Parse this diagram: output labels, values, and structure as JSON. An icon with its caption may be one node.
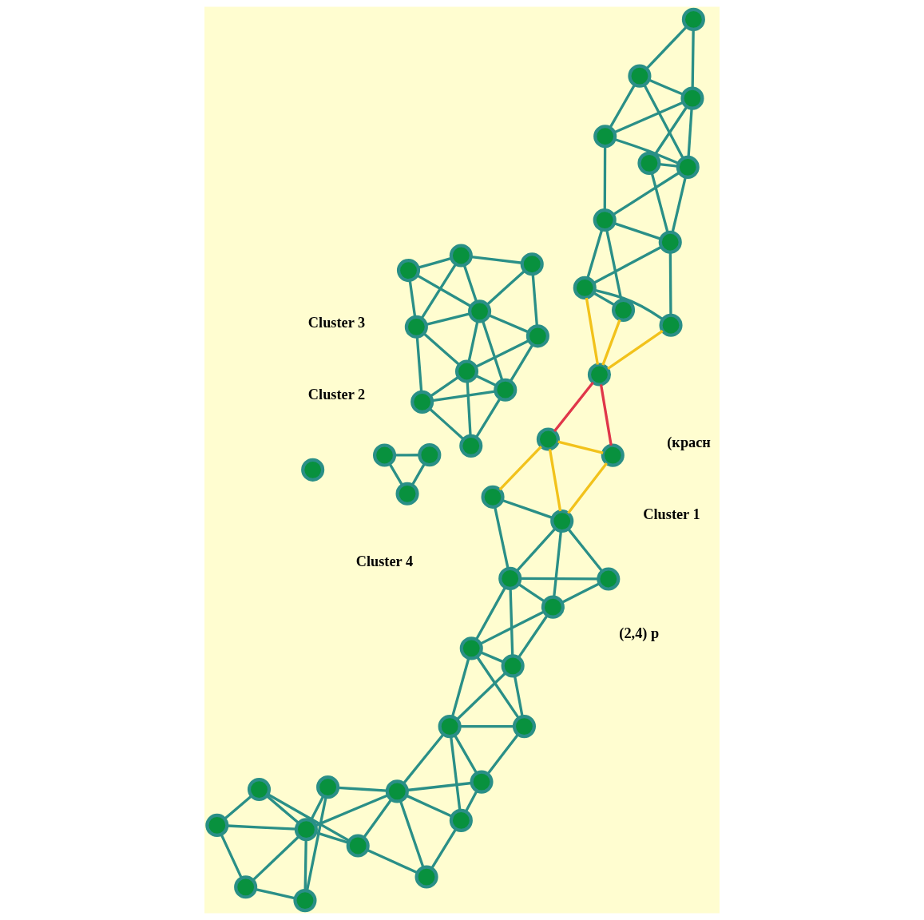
{
  "diagram": {
    "nodes": [
      {
        "text": [],
        "shape": "circle"
      },
      {
        "text": [],
        "shape": "circle"
      },
      {
        "text": [],
        "shape": "circle"
      },
      {
        "text": [],
        "shape": "circle"
      },
      {
        "text": [],
        "shape": "circle"
      },
      {
        "text": [],
        "shape": "circle"
      },
      {
        "text": [],
        "shape": "circle"
      },
      {
        "text": [],
        "shape": "circle"
      },
      {
        "text": [],
        "shape": "circle"
      },
      {
        "text": [],
        "shape": "circle"
      },
      {
        "text": [],
        "shape": "circle"
      },
      {
        "text": [],
        "shape": "circle"
      },
      {
        "text": [],
        "shape": "circle"
      },
      {
        "text": [],
        "shape": "circle"
      },
      {
        "text": [],
        "shape": "circle"
      },
      {
        "text": [],
        "shape": "circle"
      },
      {
        "text": [],
        "shape": "circle"
      },
      {
        "text": [],
        "shape": "circle"
      },
      {
        "text": [],
        "shape": "circle"
      },
      {
        "text": [],
        "shape": "circle"
      },
      {
        "text": [],
        "shape": "circle"
      },
      {
        "text": [],
        "shape": "circle"
      },
      {
        "text": [],
        "shape": "circle"
      },
      {
        "text": [],
        "shape": "circle"
      },
      {
        "text": [],
        "shape": "circle"
      },
      {
        "text": [],
        "shape": "circle"
      },
      {
        "text": [],
        "shape": "circle"
      },
      {
        "text": [],
        "shape": "circle"
      },
      {
        "text": [],
        "shape": "circle"
      },
      {
        "text": [],
        "shape": "circle"
      },
      {
        "text": [],
        "shape": "circle"
      },
      {
        "text": [],
        "shape": "circle"
      },
      {
        "text": [],
        "shape": "circle"
      },
      {
        "text": [],
        "shape": "circle"
      },
      {
        "text": [],
        "shape": "circle"
      },
      {
        "text": [],
        "shape": "circle"
      },
      {
        "text": [],
        "shape": "circle"
      },
      {
        "text": [],
        "shape": "circle"
      },
      {
        "text": [],
        "shape": "circle"
      },
      {
        "text": [],
        "shape": "circle"
      },
      {
        "text": [],
        "shape": "circle"
      },
      {
        "text": [],
        "shape": "circle"
      },
      {
        "text": [],
        "shape": "circle"
      },
      {
        "text": [],
        "shape": "circle"
      },
      {
        "text": [],
        "shape": "circle"
      },
      {
        "text": [],
        "shape": "circle"
      },
      {
        "text": [],
        "shape": "circle"
      },
      {
        "text": [],
        "shape": "circle"
      }
    ],
    "edges": [
      {
        "from": 1,
        "to": 2,
        "arrow": "none"
      },
      {
        "from": 1,
        "to": 3,
        "arrow": "none"
      },
      {
        "from": 2,
        "to": 3,
        "arrow": "none"
      },
      {
        "from": 4,
        "to": 5,
        "arrow": "none"
      },
      {
        "from": 4,
        "to": 8,
        "arrow": "none"
      },
      {
        "from": 4,
        "to": 9,
        "arrow": "none"
      },
      {
        "from": 4,
        "to": 10,
        "arrow": "none"
      },
      {
        "from": 5,
        "to": 9,
        "arrow": "none"
      },
      {
        "from": 5,
        "to": 10,
        "arrow": "none"
      },
      {
        "from": 5,
        "to": 6,
        "arrow": "none"
      },
      {
        "from": 8,
        "to": 9,
        "arrow": "none"
      },
      {
        "from": 8,
        "to": 14,
        "arrow": "none"
      },
      {
        "from": 9,
        "to": 10,
        "arrow": "none"
      },
      {
        "from": 9,
        "to": 14,
        "arrow": "none"
      },
      {
        "from": 9,
        "to": 15,
        "arrow": "none"
      },
      {
        "from": 9,
        "to": 19,
        "arrow": "none"
      },
      {
        "from": 14,
        "to": 18,
        "arrow": "none"
      },
      {
        "from": 14,
        "to": 19,
        "arrow": "none"
      },
      {
        "from": 18,
        "to": 19,
        "arrow": "none"
      },
      {
        "from": 18,
        "to": 24,
        "arrow": "none"
      },
      {
        "from": 15,
        "to": 19,
        "arrow": "none"
      },
      {
        "from": 15,
        "to": 20,
        "arrow": "none"
      },
      {
        "from": 19,
        "to": 20,
        "arrow": "none"
      },
      {
        "from": 19,
        "to": 24,
        "arrow": "none"
      },
      {
        "from": 19,
        "to": 25,
        "arrow": "none"
      },
      {
        "from": 24,
        "to": 25,
        "arrow": "none"
      },
      {
        "from": 20,
        "to": 25,
        "arrow": "none"
      },
      {
        "from": 6,
        "to": 10,
        "arrow": "none"
      },
      {
        "from": 6,
        "to": 13,
        "arrow": "none"
      },
      {
        "from": 6,
        "to": 7,
        "arrow": "none"
      },
      {
        "from": 7,
        "to": 10,
        "arrow": "none"
      },
      {
        "from": 10,
        "to": 13,
        "arrow": "none"
      },
      {
        "from": 7,
        "to": 13,
        "arrow": "none"
      },
      {
        "from": 7,
        "to": 17,
        "arrow": "none"
      },
      {
        "from": 7,
        "to": 11,
        "arrow": "none"
      },
      {
        "from": 11,
        "to": 13,
        "arrow": "none"
      },
      {
        "from": 13,
        "to": 17,
        "arrow": "none"
      },
      {
        "from": 11,
        "to": 12,
        "arrow": "none"
      },
      {
        "from": 11,
        "to": 17,
        "arrow": "none"
      },
      {
        "from": 11,
        "to": 16,
        "arrow": "none"
      },
      {
        "from": 12,
        "to": 17,
        "arrow": "none"
      },
      {
        "from": 12,
        "to": 16,
        "arrow": "none"
      },
      {
        "from": 16,
        "to": 17,
        "arrow": "none"
      },
      {
        "from": 17,
        "to": 21,
        "arrow": "none"
      },
      {
        "from": 16,
        "to": 21,
        "arrow": "none"
      },
      {
        "from": 16,
        "to": 22,
        "arrow": "none",
        "color": "#f2c21b"
      },
      {
        "from": 16,
        "to": 23,
        "arrow": "none",
        "color": "#f2c21b"
      },
      {
        "from": 21,
        "to": 22,
        "arrow": "none",
        "color": "#f2c21b"
      },
      {
        "from": 22,
        "to": 23,
        "arrow": "none",
        "color": "#f2c21b"
      },
      {
        "from": 22,
        "to": 26,
        "arrow": "none",
        "color": "#e0364a"
      },
      {
        "from": 23,
        "to": 26,
        "arrow": "none",
        "color": "#e0364a"
      },
      {
        "from": 26,
        "to": 27,
        "arrow": "none",
        "color": "#f2c21b"
      },
      {
        "from": 26,
        "to": 28,
        "arrow": "none",
        "color": "#f2c21b"
      },
      {
        "from": 26,
        "to": 29,
        "arrow": "none",
        "color": "#f2c21b"
      },
      {
        "from": 27,
        "to": 28,
        "arrow": "none"
      },
      {
        "from": 27,
        "to": 30,
        "arrow": "none"
      },
      {
        "from": 28,
        "to": 29,
        "arrow": "none"
      },
      {
        "from": 28,
        "to": 30,
        "arrow": "none"
      },
      {
        "from": 28,
        "to": 32,
        "arrow": "none"
      },
      {
        "from": 29,
        "to": 32,
        "arrow": "none"
      },
      {
        "from": 30,
        "to": 31,
        "arrow": "none"
      },
      {
        "from": 30,
        "to": 32,
        "arrow": "none"
      },
      {
        "from": 30,
        "to": 33,
        "arrow": "none"
      },
      {
        "from": 31,
        "to": 33,
        "arrow": "none"
      },
      {
        "from": 31,
        "to": 34,
        "arrow": "none"
      },
      {
        "from": 32,
        "to": 33,
        "arrow": "none"
      },
      {
        "from": 33,
        "to": 34,
        "arrow": "none"
      },
      {
        "from": 33,
        "to": 35,
        "arrow": "none"
      },
      {
        "from": 33,
        "to": 37,
        "arrow": "none"
      },
      {
        "from": 34,
        "to": 35,
        "arrow": "none"
      },
      {
        "from": 34,
        "to": 36,
        "arrow": "none"
      },
      {
        "from": 34,
        "to": 37,
        "arrow": "none"
      },
      {
        "from": 36,
        "to": 37,
        "arrow": "none"
      },
      {
        "from": 35,
        "to": 37,
        "arrow": "none"
      },
      {
        "from": 32,
        "to": 35,
        "arrow": "none"
      },
      {
        "from": 38,
        "to": 39,
        "arrow": "none"
      },
      {
        "from": 38,
        "to": 42,
        "arrow": "none"
      },
      {
        "from": 38,
        "to": 41,
        "arrow": "none"
      },
      {
        "from": 38,
        "to": 43,
        "arrow": "none"
      },
      {
        "from": 39,
        "to": 41,
        "arrow": "none"
      },
      {
        "from": 39,
        "to": 40,
        "arrow": "none"
      },
      {
        "from": 40,
        "to": 41,
        "arrow": "none"
      },
      {
        "from": 40,
        "to": 44,
        "arrow": "none"
      },
      {
        "from": 40,
        "to": 45,
        "arrow": "none"
      },
      {
        "from": 42,
        "to": 41,
        "arrow": "none"
      },
      {
        "from": 41,
        "to": 43,
        "arrow": "none"
      },
      {
        "from": 41,
        "to": 44,
        "arrow": "none"
      },
      {
        "from": 41,
        "to": 45,
        "arrow": "none"
      },
      {
        "from": 42,
        "to": 43,
        "arrow": "none"
      },
      {
        "from": 43,
        "to": 44,
        "arrow": "none"
      },
      {
        "from": 43,
        "to": 46,
        "arrow": "none"
      },
      {
        "from": 44,
        "to": 45,
        "arrow": "none"
      },
      {
        "from": 44,
        "to": 46,
        "arrow": "none"
      },
      {
        "from": 44,
        "to": 47,
        "arrow": "none"
      },
      {
        "from": 45,
        "to": 46,
        "arrow": "none"
      },
      {
        "from": 45,
        "to": 47,
        "arrow": "none"
      },
      {
        "from": 46,
        "to": 47,
        "arrow": "none"
      }
    ],
    "labels": [
      "Cluster 4",
      "(2,4) р",
      "(красн",
      "Cluster 1",
      "Cluster 3",
      "Cluster 2"
    ]
  }
}
